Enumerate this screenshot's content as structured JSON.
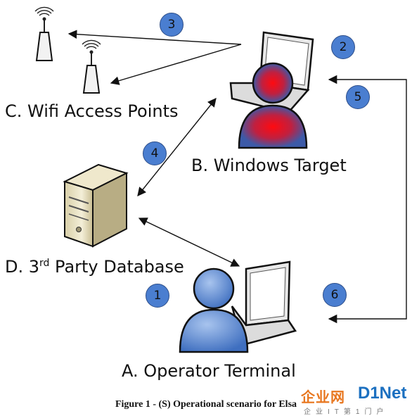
{
  "nodes": {
    "wifi": {
      "label": "C. Wifi Access Points"
    },
    "target": {
      "label": "B. Windows Target"
    },
    "database": {
      "label_prefix": "D. 3",
      "label_sup": "rd",
      "label_suffix": " Party Database"
    },
    "operator": {
      "label": "A. Operator Terminal"
    }
  },
  "steps": [
    "1",
    "2",
    "3",
    "4",
    "5",
    "6"
  ],
  "caption": "Figure 1 - (S) Operational scenario for Elsa",
  "watermark": {
    "brand": "企业网",
    "net": "D1Net",
    "sub": "企业IT第1门户"
  },
  "colors": {
    "badge": "#4a7ed0",
    "person_blue": "#4d7fd0",
    "target_glow": "#e8191c"
  }
}
